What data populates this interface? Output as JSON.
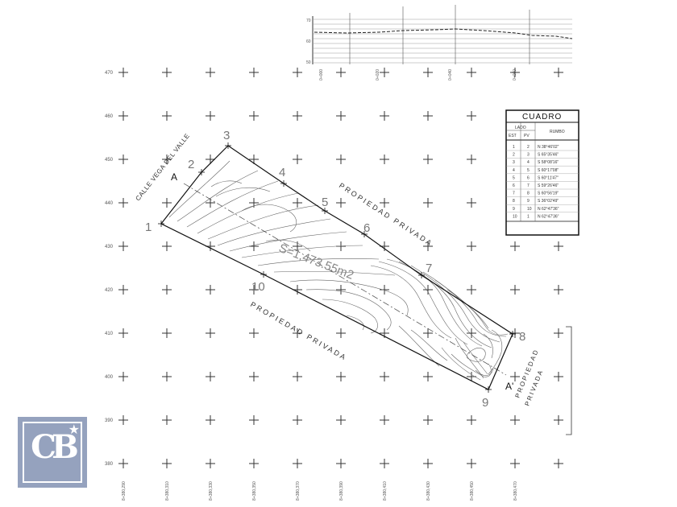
{
  "grid": {
    "y_labels": [
      "470",
      "460",
      "450",
      "440",
      "430",
      "420",
      "410",
      "400",
      "390",
      "380"
    ],
    "x_labels": [
      "8+380,290",
      "8+380,310",
      "8+380,330",
      "8+380,350",
      "8+380,370",
      "8+380,390",
      "8+380,410",
      "8+380,430",
      "8+380,450",
      "8+380,470"
    ]
  },
  "profile": {
    "y_labels": [
      "70",
      "60",
      "50"
    ],
    "station_labels": [
      "0+000",
      "0+020",
      "0+040",
      "0+060"
    ]
  },
  "lot": {
    "vertices": [
      "1",
      "2",
      "3",
      "4",
      "5",
      "6",
      "7",
      "8",
      "9",
      "10"
    ],
    "area_label": "S=1,473.55m2",
    "section_start": "A",
    "section_end": "A'"
  },
  "labels": {
    "street": "CALLE VEGA DEL VALLE",
    "north_neighbor": "PROPIEDAD PRIVADA",
    "south_neighbor": "PROPIEDAD PRIVADA",
    "east_neighbor_1": "PROPIEDAD",
    "east_neighbor_2": "PRIVADA"
  },
  "table": {
    "title": "CUADRO",
    "header_lado": "LADO",
    "header_est": "EST",
    "header_pv": "PV",
    "header_rumbo": "RUMBO",
    "rows": [
      [
        "1",
        "2",
        "N 38°46'02\""
      ],
      [
        "2",
        "3",
        "S 65°35'46\""
      ],
      [
        "3",
        "4",
        "S 58°08'16\""
      ],
      [
        "4",
        "5",
        "S 60°17'08\""
      ],
      [
        "5",
        "6",
        "S 60°11'47\""
      ],
      [
        "6",
        "7",
        "S 59°26'46\""
      ],
      [
        "7",
        "8",
        "S 60°56'19\""
      ],
      [
        "8",
        "9",
        "S 36°02'49\""
      ],
      [
        "9",
        "10",
        "N 62°47'36\""
      ],
      [
        "10",
        "1",
        "N 62°47'36\""
      ]
    ]
  },
  "logo": {
    "text": "CB",
    "icon": "star-icon"
  }
}
